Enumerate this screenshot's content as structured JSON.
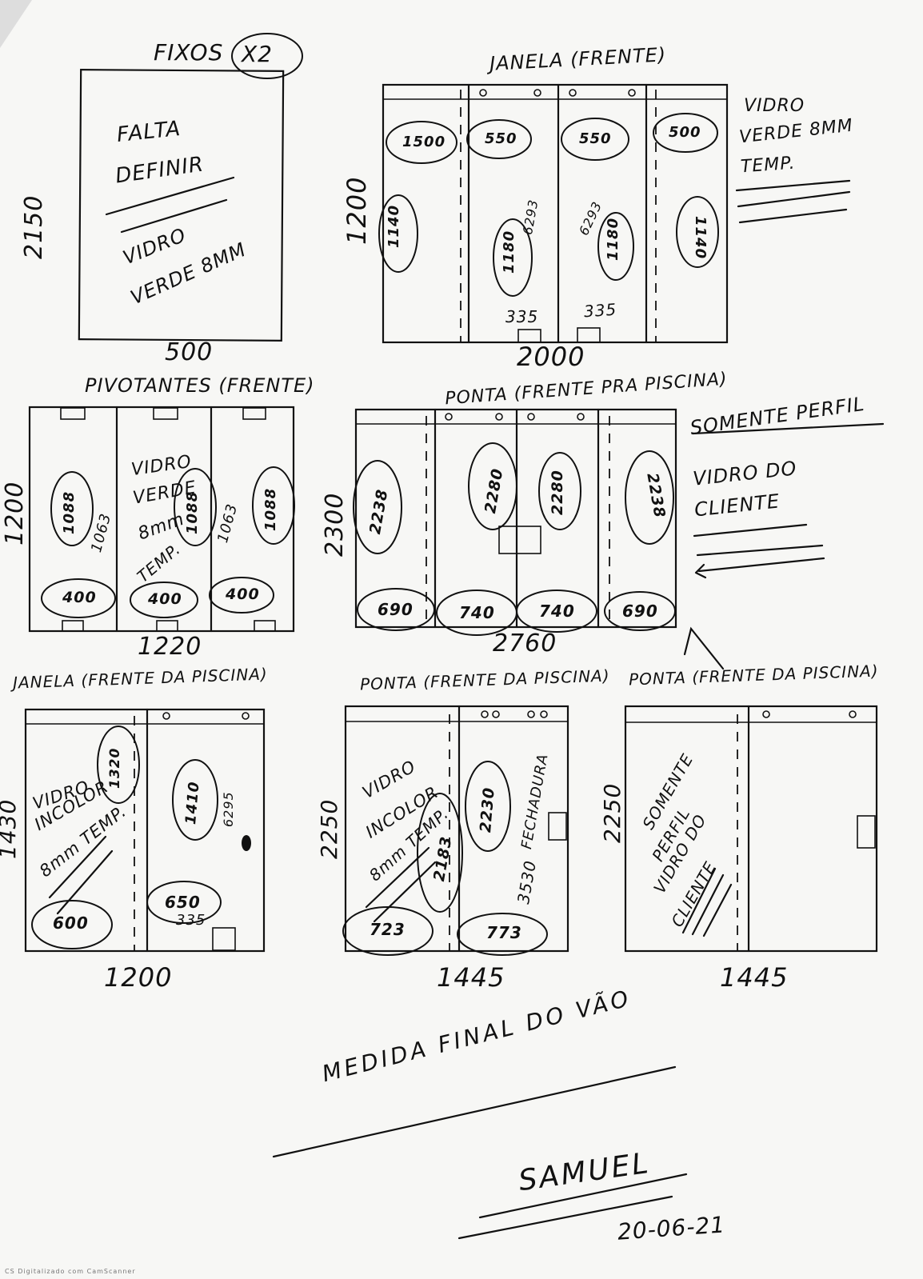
{
  "fixos": {
    "title": "FIXOS",
    "qty": "X2",
    "note1": "FALTA",
    "note2": "DEFINIR",
    "glass1": "VIDRO",
    "glass2": "VERDE 8mm",
    "height": "2150",
    "width": "500"
  },
  "janela_frente": {
    "title": "JANELA (FRENTE)",
    "height": "1200",
    "width": "2000",
    "top": [
      "1500",
      "550",
      "550",
      "500"
    ],
    "mid": [
      "1140",
      "1180",
      "1180",
      "1140"
    ],
    "code": "6293",
    "bottom": [
      "335",
      "335"
    ],
    "note1": "VIDRO",
    "note2": "VERDE 8mm",
    "note3": "TEMP."
  },
  "pivotantes": {
    "title": "PIVOTANTES (FRENTE)",
    "height": "1200",
    "width": "1220",
    "mid": [
      "1088",
      "1088",
      "1088"
    ],
    "code": "1063",
    "bottom": [
      "400",
      "400",
      "400"
    ],
    "note1": "VIDRO",
    "note2": "VERDE",
    "note3": "8mm",
    "note4": "TEMP."
  },
  "ponta_frente": {
    "title": "PONTA (FRENTE PRA PISCINA)",
    "height": "2300",
    "width": "2760",
    "mid": [
      "2238",
      "2280",
      "2280",
      "2238"
    ],
    "bottom": [
      "690",
      "740",
      "740",
      "690"
    ],
    "note1": "SOMENTE PERFIL",
    "note2": "VIDRO DO",
    "note3": "CLIENTE"
  },
  "janela_piscina": {
    "title": "JANELA (FRENTE DA PISCINA)",
    "height": "1430",
    "width": "1200",
    "top": "1320",
    "mid": "1410",
    "code": "6295",
    "bottom": [
      "600",
      "650"
    ],
    "small": "335",
    "note1": "VIDRO",
    "note2": "INCOLOR",
    "note3": "8mm TEMP."
  },
  "ponta_piscina_1": {
    "title": "PONTA (FRENTE DA PISCINA)",
    "height": "2250",
    "width": "1445",
    "mid": [
      "2183",
      "2230"
    ],
    "bottom": [
      "723",
      "773"
    ],
    "lock": "FECHADURA",
    "code": "3530",
    "note1": "VIDRO",
    "note2": "INCOLOR",
    "note3": "8mm TEMP."
  },
  "ponta_piscina_2": {
    "title": "PONTA (FRENTE DA PISCINA)",
    "height": "2250",
    "width": "1445",
    "note1": "SOMENTE",
    "note2": "PERFIL",
    "note3": "VIDRO DO",
    "note4": "CLIENTE"
  },
  "footer": {
    "final": "MEDIDA FINAL DO VÃO",
    "signature": "SAMUEL",
    "date": "20-06-21"
  },
  "watermark": "CS Digitalizado com CamScanner"
}
